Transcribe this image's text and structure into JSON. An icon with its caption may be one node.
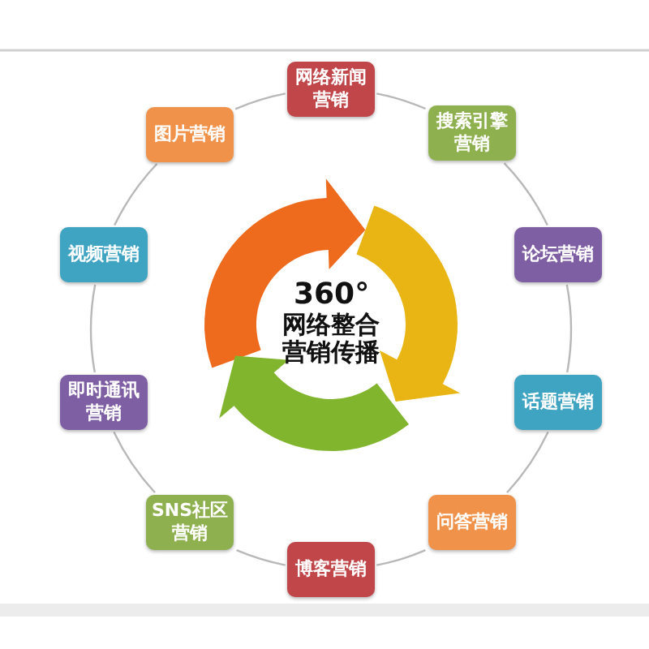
{
  "diagram": {
    "nodes": [
      {
        "text": [
          "360°",
          "网络整合营销传播"
        ]
      },
      {
        "text": [
          "网络新闻营销"
        ]
      },
      {
        "text": [
          "搜索引擎营销"
        ]
      },
      {
        "text": [
          "论坛营销"
        ]
      },
      {
        "text": [
          "话题营销"
        ]
      },
      {
        "text": [
          "问答营销"
        ]
      },
      {
        "text": [
          "博客营销"
        ]
      },
      {
        "text": [
          "SNS社区营销"
        ]
      },
      {
        "text": [
          "即时通讯营销"
        ]
      },
      {
        "text": [
          "视频营销"
        ]
      },
      {
        "text": [
          "图片营销"
        ]
      }
    ],
    "edges": [
      {
        "from": 1,
        "to": 2,
        "arrow": "none"
      },
      {
        "from": 2,
        "to": 3,
        "arrow": "none"
      },
      {
        "from": 3,
        "to": 4,
        "arrow": "none"
      },
      {
        "from": 4,
        "to": 5,
        "arrow": "none"
      },
      {
        "from": 5,
        "to": 6,
        "arrow": "none"
      },
      {
        "from": 6,
        "to": 7,
        "arrow": "none"
      },
      {
        "from": 7,
        "to": 8,
        "arrow": "none"
      },
      {
        "from": 8,
        "to": 9,
        "arrow": "none"
      },
      {
        "from": 9,
        "to": 10,
        "arrow": "none"
      },
      {
        "from": 10,
        "to": 1,
        "arrow": "none"
      }
    ]
  }
}
